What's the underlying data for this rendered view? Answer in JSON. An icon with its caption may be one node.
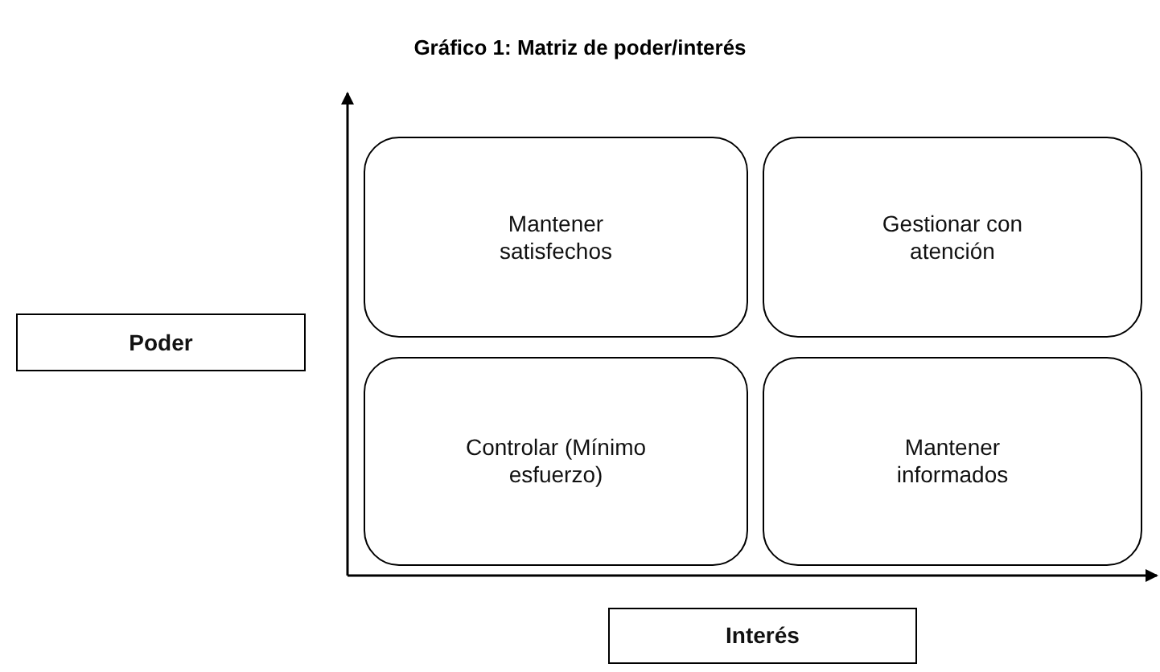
{
  "diagram": {
    "title": "Gráfico 1: Matriz de poder/interés",
    "nodes": [
      {
        "text": [
          "Mantener satisfechos"
        ]
      },
      {
        "text": [
          "Gestionar con atención"
        ]
      },
      {
        "text": [
          "Controlar (Mínimo esfuerzo)"
        ]
      },
      {
        "text": [
          "Mantener informados"
        ]
      },
      {
        "text": [
          "Poder"
        ]
      },
      {
        "text": [
          "Interés"
        ]
      }
    ]
  }
}
